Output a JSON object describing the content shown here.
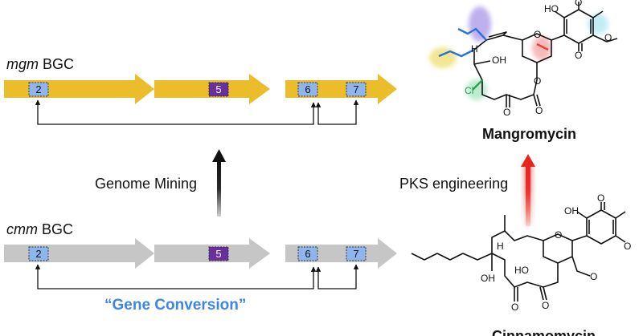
{
  "colors": {
    "mgm_arrow": "#ecbd2a",
    "cmm_arrow": "#c6c6c6",
    "domain_blue": "#8fb5ee",
    "domain_purple": "#6a2f9e",
    "gene_conversion_text": "#3d86e6",
    "engineering_arrow": "#e8261e",
    "mining_arrow": "#111111"
  },
  "mgm_cluster": {
    "name": "mgm",
    "suffix": " BGC",
    "domains": [
      {
        "label": "2",
        "color": "blue"
      },
      {
        "label": "5",
        "color": "purple"
      },
      {
        "label": "6",
        "color": "blue"
      },
      {
        "label": "7",
        "color": "blue"
      }
    ]
  },
  "cmm_cluster": {
    "name": "cmm",
    "suffix": " BGC",
    "domains": [
      {
        "label": "2",
        "color": "blue"
      },
      {
        "label": "5",
        "color": "purple"
      },
      {
        "label": "6",
        "color": "blue"
      },
      {
        "label": "7",
        "color": "blue"
      }
    ]
  },
  "labels": {
    "genome_mining": "Genome Mining",
    "pks_engineering": "PKS engineering",
    "gene_conversion": "“Gene Conversion”"
  },
  "molecules": {
    "top_name": "Mangromycin",
    "bottom_name_partial": "Cinnamomycin",
    "atoms_top": [
      "HO",
      "O",
      "O",
      "O",
      "H",
      "OH",
      "Cl",
      "O",
      "O",
      "O",
      "O"
    ],
    "atoms_bottom": [
      "OH",
      "O",
      "O",
      "HO",
      "O",
      "H",
      "OH",
      "O",
      "O",
      "O"
    ]
  }
}
